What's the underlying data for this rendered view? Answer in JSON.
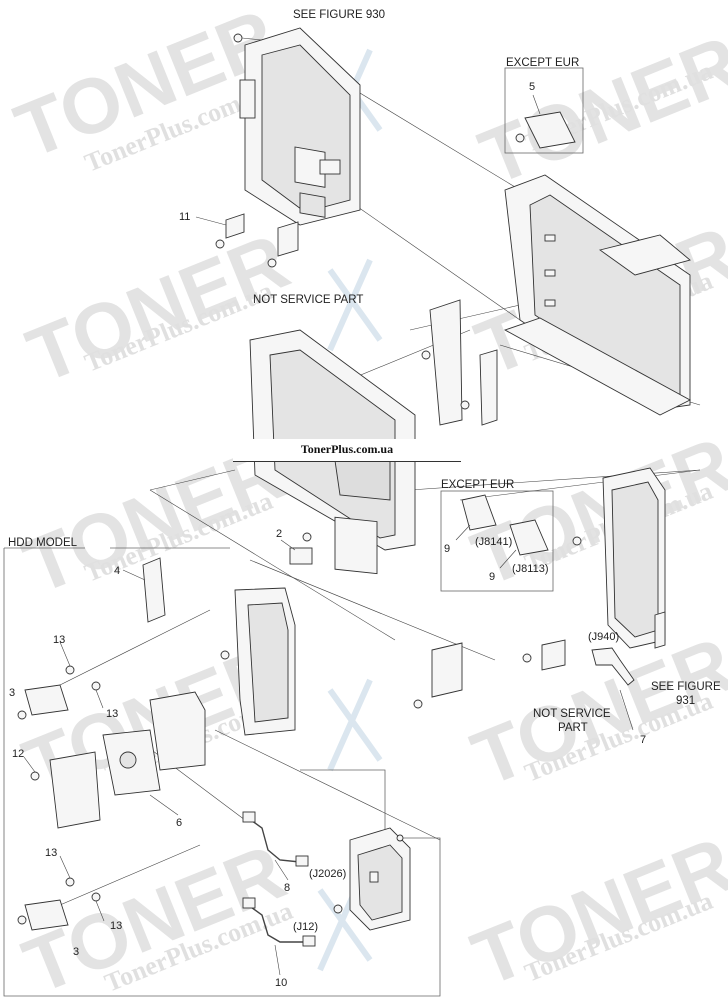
{
  "watermark": {
    "brand": "TONER",
    "url": "TonerPlus.com.ua"
  },
  "banner": "TonerPlus.com.ua",
  "labels": {
    "see_figure_930": "SEE FIGURE 930",
    "except_eur_top": "EXCEPT EUR",
    "except_eur_mid": "EXCEPT EUR",
    "hdd_model": "HDD MODEL",
    "not_service_part_top": "NOT SERVICE PART",
    "not_service_part_right_1": "NOT SERVICE",
    "not_service_part_right_2": "PART",
    "see_figure_931_1": "SEE FIGURE",
    "see_figure_931_2": "931"
  },
  "connectors": {
    "j8141": "(J8141)",
    "j8113": "(J8113)",
    "j940": "(J940)",
    "j2026": "(J2026)",
    "j12": "(J12)"
  },
  "callouts": {
    "c2": "2",
    "c3a": "3",
    "c3b": "3",
    "c4": "4",
    "c5": "5",
    "c6": "6",
    "c7": "7",
    "c8": "8",
    "c9a": "9",
    "c9b": "9",
    "c10": "10",
    "c11": "11",
    "c12": "12",
    "c13a": "13",
    "c13b": "13",
    "c13c": "13",
    "c13d": "13"
  }
}
